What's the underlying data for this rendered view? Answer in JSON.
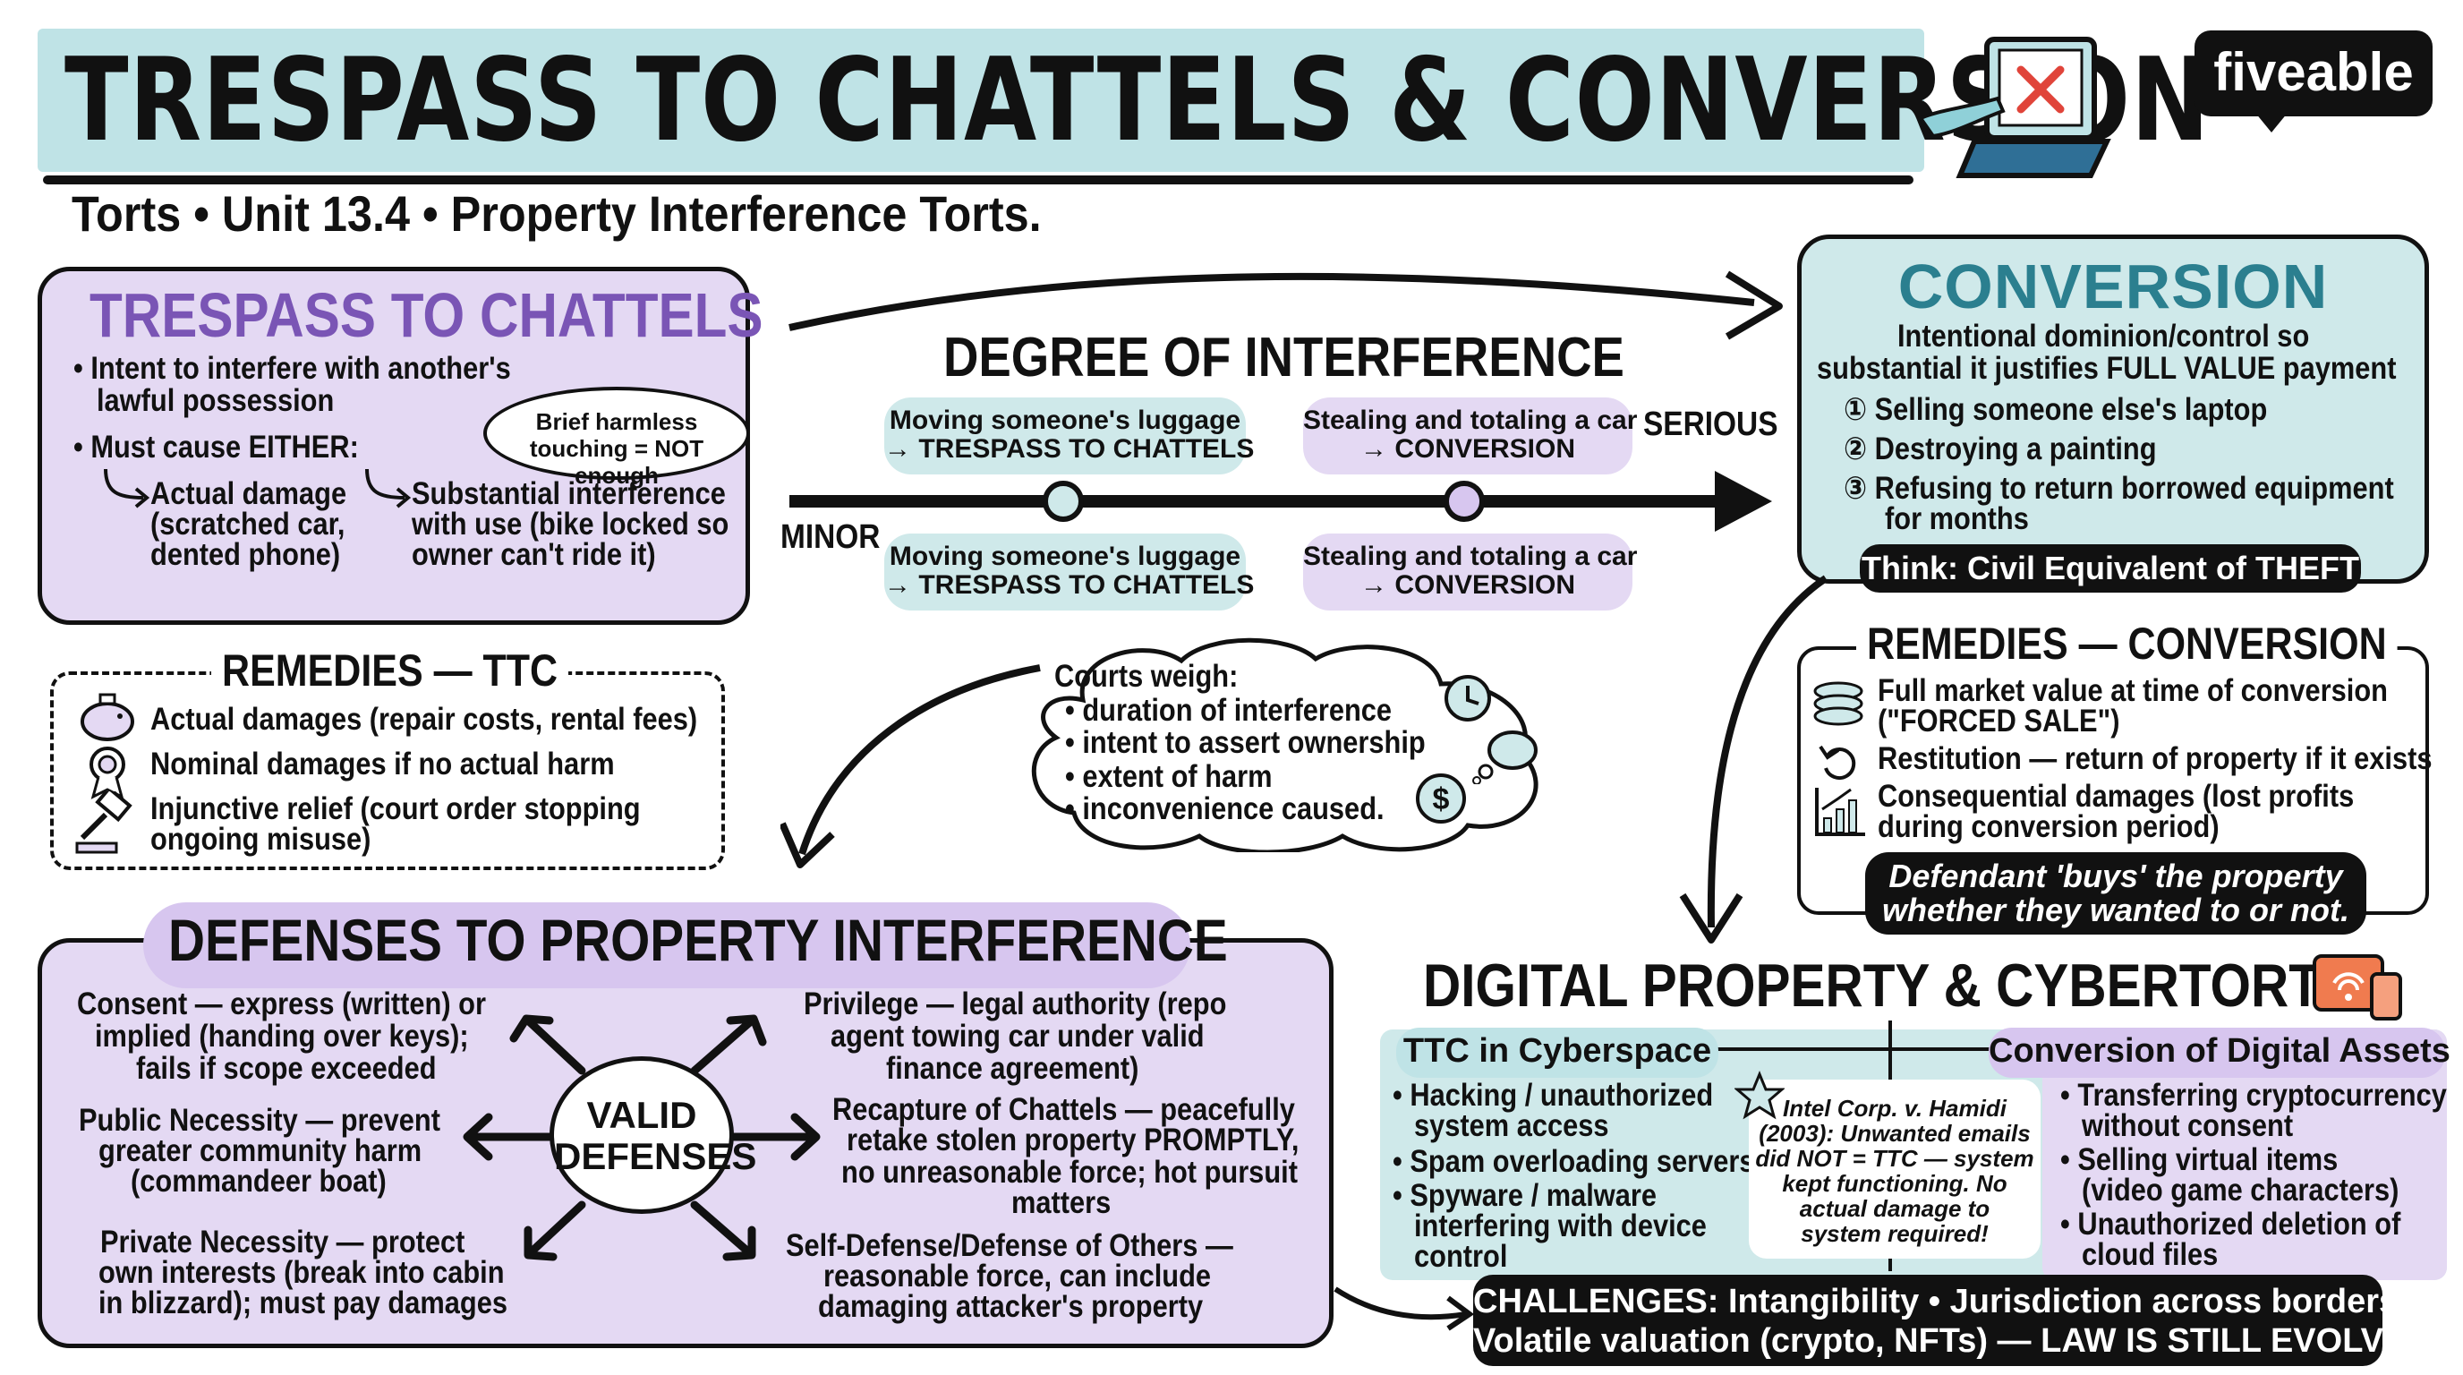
{
  "header": {
    "title": "TRESPASS TO CHATTELS & CONVERSION",
    "subtitle": "Torts • Unit 13.4 • Property Interference Torts.",
    "logo": "fiveable"
  },
  "ttc": {
    "title": "TRESPASS TO CHATTELS",
    "b1a": "• Intent to interfere with another's",
    "b1b": "lawful possession",
    "b2": "• Must cause EITHER:",
    "d1a": "Actual damage",
    "d1b": "(scratched car,",
    "d1c": "dented phone)",
    "d2a": "Substantial interference",
    "d2b": "with use (bike locked so",
    "d2c": "owner can't ride it)",
    "bubble_a": "Brief harmless",
    "bubble_b": "touching = NOT enough"
  },
  "remedies_ttc": {
    "heading": "REMEDIES — TTC",
    "r1": "Actual damages (repair costs, rental fees)",
    "r2": "Nominal damages if no actual harm",
    "r3a": "Injunctive relief (court order stopping",
    "r3b": "ongoing misuse)"
  },
  "degree": {
    "heading": "DEGREE OF INTERFERENCE",
    "minor": "MINOR",
    "serious": "SERIOUS",
    "p1a": "Moving someone's luggage",
    "p1b": "→ TRESPASS TO CHATTELS",
    "p2a": "Stealing and totaling a car",
    "p2b": "→ CONVERSION",
    "p3a": "Moving someone's luggage",
    "p3b": "→ TRESPASS TO CHATTELS",
    "p4a": "Stealing and totaling a car",
    "p4b": "→ CONVERSION"
  },
  "courts": {
    "l0": "Courts weigh:",
    "l1": "• duration of interference",
    "l2": "• intent to assert ownership",
    "l3": "• extent of harm",
    "l4": "• inconvenience caused."
  },
  "conversion": {
    "title": "CONVERSION",
    "def_a": "Intentional dominion/control so",
    "def_b": "substantial it justifies FULL VALUE payment",
    "e1": "① Selling someone else's laptop",
    "e2": "② Destroying a painting",
    "e3a": "③ Refusing to return borrowed equipment",
    "e3b": "for months",
    "think": "Think: Civil Equivalent of THEFT"
  },
  "remedies_conv": {
    "heading": "REMEDIES — CONVERSION",
    "r1a": "Full market value at time of conversion",
    "r1b": "(\"FORCED SALE\")",
    "r2": "Restitution — return of property if it exists",
    "r3a": "Consequential damages (lost profits",
    "r3b": "during conversion period)",
    "buys_a": "Defendant 'buys' the property",
    "buys_b": "whether they wanted to or not."
  },
  "defenses": {
    "heading": "DEFENSES TO PROPERTY INTERFERENCE",
    "center_a": "VALID",
    "center_b": "DEFENSES",
    "consent_a": "Consent — express (written) or",
    "consent_b": "implied (handing over keys);",
    "consent_c": "fails if scope exceeded",
    "public_a": "Public Necessity — prevent",
    "public_b": "greater community harm",
    "public_c": "(commandeer boat)",
    "private_a": "Private Necessity — protect",
    "private_b": "own interests (break into cabin",
    "private_c": "in blizzard); must pay damages",
    "priv_a": "Privilege — legal authority (repo",
    "priv_b": "agent towing car under valid",
    "priv_c": "finance agreement)",
    "recap_a": "Recapture of Chattels — peacefully",
    "recap_b": "retake stolen property PROMPTLY,",
    "recap_c": "no unreasonable force; hot pursuit",
    "recap_d": "matters",
    "self_a": "Self-Defense/Defense of Others —",
    "self_b": "reasonable force, can include",
    "self_c": "damaging attacker's property"
  },
  "digital": {
    "heading": "DIGITAL PROPERTY & CYBERTORTS",
    "tab_left": "TTC in Cyberspace",
    "tab_right": "Conversion of Digital Assets",
    "l1a": "• Hacking / unauthorized",
    "l1b": "system access",
    "l2": "• Spam overloading servers",
    "l3a": "• Spyware / malware",
    "l3b": "interfering with device",
    "l3c": "control",
    "case_a": "Intel Corp. v. Hamidi",
    "case_b": "(2003): Unwanted emails",
    "case_c": "did NOT = TTC — system",
    "case_d": "kept functioning. No",
    "case_e": "actual damage to",
    "case_f": "system required!",
    "r1a": "• Transferring cryptocurrency",
    "r1b": "without consent",
    "r2a": "• Selling virtual items",
    "r2b": "(video game characters)",
    "r3a": "• Unauthorized deletion of",
    "r3b": "cloud files",
    "chal_a": "CHALLENGES: Intangibility • Jurisdiction across borders •",
    "chal_b": "Volatile valuation (crypto, NFTs) — LAW IS STILL EVOLVING"
  },
  "icons": {
    "laptop": "laptop-x-icon",
    "piggy": "piggy-bank-icon",
    "medal": "medal-icon",
    "gavel": "gavel-icon",
    "coins": "coins-icon",
    "undo": "undo-icon",
    "chart": "profit-chart-icon",
    "clock": "clock-icon",
    "thought": "thought-icon",
    "dollar": "dollar-icon",
    "star": "star-icon",
    "device": "wifi-device-icon"
  },
  "colors": {
    "purple": "#e4d9f3",
    "teal": "#cfe9ea",
    "accent_purple": "#7a55b5",
    "accent_teal": "#2b7f8f"
  }
}
